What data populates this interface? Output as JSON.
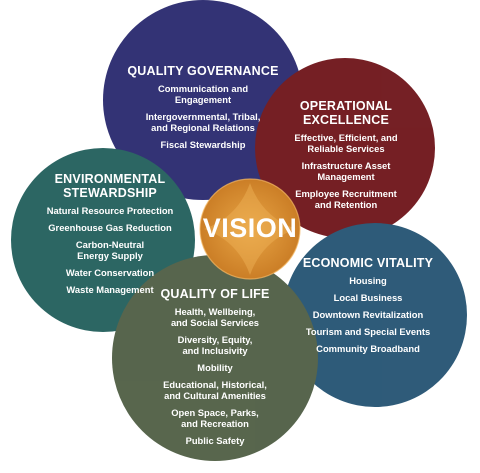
{
  "center": {
    "label": "VISION"
  },
  "colors": {
    "governance": "#24246b",
    "operational": "#6b0f14",
    "environmental": "#1d5b58",
    "economic": "#1f4f6f",
    "quality_of_life": "#4b5a40",
    "vision": "#d48a2e"
  },
  "circles": {
    "quality_governance": {
      "title": "QUALITY GOVERNANCE",
      "items": [
        "Communication and\nEngagement",
        "Intergovernmental, Tribal,\nand Regional Relations",
        "Fiscal Stewardship"
      ]
    },
    "operational_excellence": {
      "title": "OPERATIONAL EXCELLENCE",
      "items": [
        "Effective, Efficient, and\nReliable Services",
        "Infrastructure Asset\nManagement",
        "Employee Recruitment\nand Retention"
      ]
    },
    "environmental_stewardship": {
      "title": "ENVIRONMENTAL\nSTEWARDSHIP",
      "items": [
        "Natural Resource Protection",
        "Greenhouse Gas Reduction",
        "Carbon-Neutral\nEnergy Supply",
        "Water Conservation",
        "Waste Management"
      ]
    },
    "economic_vitality": {
      "title": "ECONOMIC VITALITY",
      "items": [
        "Housing",
        "Local Business",
        "Downtown Revitalization",
        "Tourism and Special Events",
        "Community Broadband"
      ]
    },
    "quality_of_life": {
      "title": "QUALITY OF LIFE",
      "items": [
        "Health, Wellbeing,\nand Social Services",
        "Diversity, Equity,\nand Inclusivity",
        "Mobility",
        "Educational, Historical,\nand Cultural Amenities",
        "Open Space, Parks,\nand Recreation",
        "Public Safety"
      ]
    }
  }
}
